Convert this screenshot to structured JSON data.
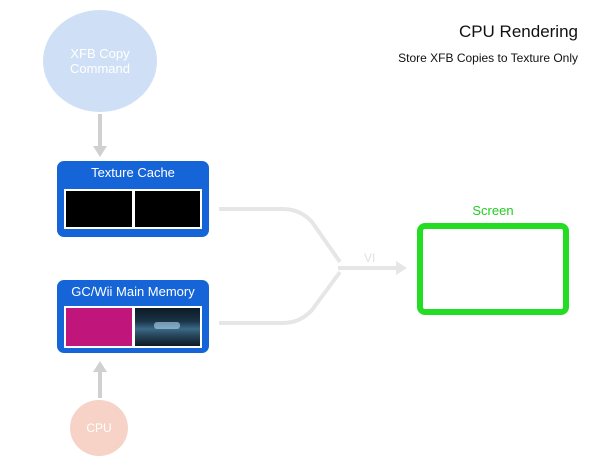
{
  "title": "CPU Rendering",
  "subtitle": "Store XFB Copies to Texture Only",
  "nodes": {
    "xfb_copy": "XFB Copy Command",
    "texture_cache": "Texture Cache",
    "main_memory": "GC/Wii Main Memory",
    "cpu": "CPU",
    "screen": "Screen",
    "vi": "VI"
  },
  "colors": {
    "panel": "#1565d8",
    "screen_border": "#22dd22",
    "xfb_circle": "#cfe0f6",
    "cpu_circle": "#f7d3c7",
    "wire": "#e6e6e6",
    "magenta_buffer": "#c0157a"
  }
}
